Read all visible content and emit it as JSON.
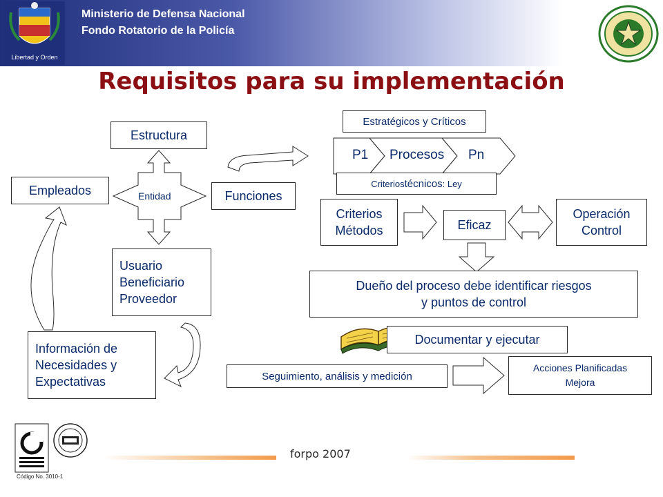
{
  "header": {
    "org_line1": "Ministerio de Defensa Nacional",
    "org_line2": "Fondo Rotatorio de la Policía",
    "crest_caption": "Libertad y Orden"
  },
  "title": "Requisitos para su implementación",
  "diagram": {
    "estructura": "Estructura",
    "empleados": "Empleados",
    "entidad": "Entidad",
    "funciones": "Funciones",
    "usuario_lines": [
      "Usuario",
      "Beneficiario",
      "Proveedor"
    ],
    "informacion_lines": [
      "Información de",
      "Necesidades y",
      "Expectativas"
    ],
    "estrategicos": "Estratégicos y Críticos",
    "p1": "P1",
    "procesos": "Procesos",
    "pn": "Pn",
    "criterios_tecnicos_a": "Criterios ",
    "criterios_tecnicos_b": "técnicos",
    "criterios_tecnicos_c": ": Ley",
    "criterios_lines": [
      "Criterios",
      "Métodos"
    ],
    "eficaz": "Eficaz",
    "operacion_lines": [
      "Operación",
      "Control"
    ],
    "dueno_lines": [
      "Dueño del proceso debe identificar riesgos",
      "y puntos de control"
    ],
    "documentar": "Documentar y ejecutar",
    "seguimiento": "Seguimiento, análisis y medición",
    "acciones_lines": [
      "Acciones Planificadas",
      "Mejora"
    ]
  },
  "footer": {
    "text": "forpo 2007",
    "cert_code": "Código No. 3010-1"
  },
  "colors": {
    "title": "#8b0f12",
    "box_text": "#0a2a6a",
    "header_dark": "#1f2f7a",
    "footer_accent": "#f39a4a"
  }
}
